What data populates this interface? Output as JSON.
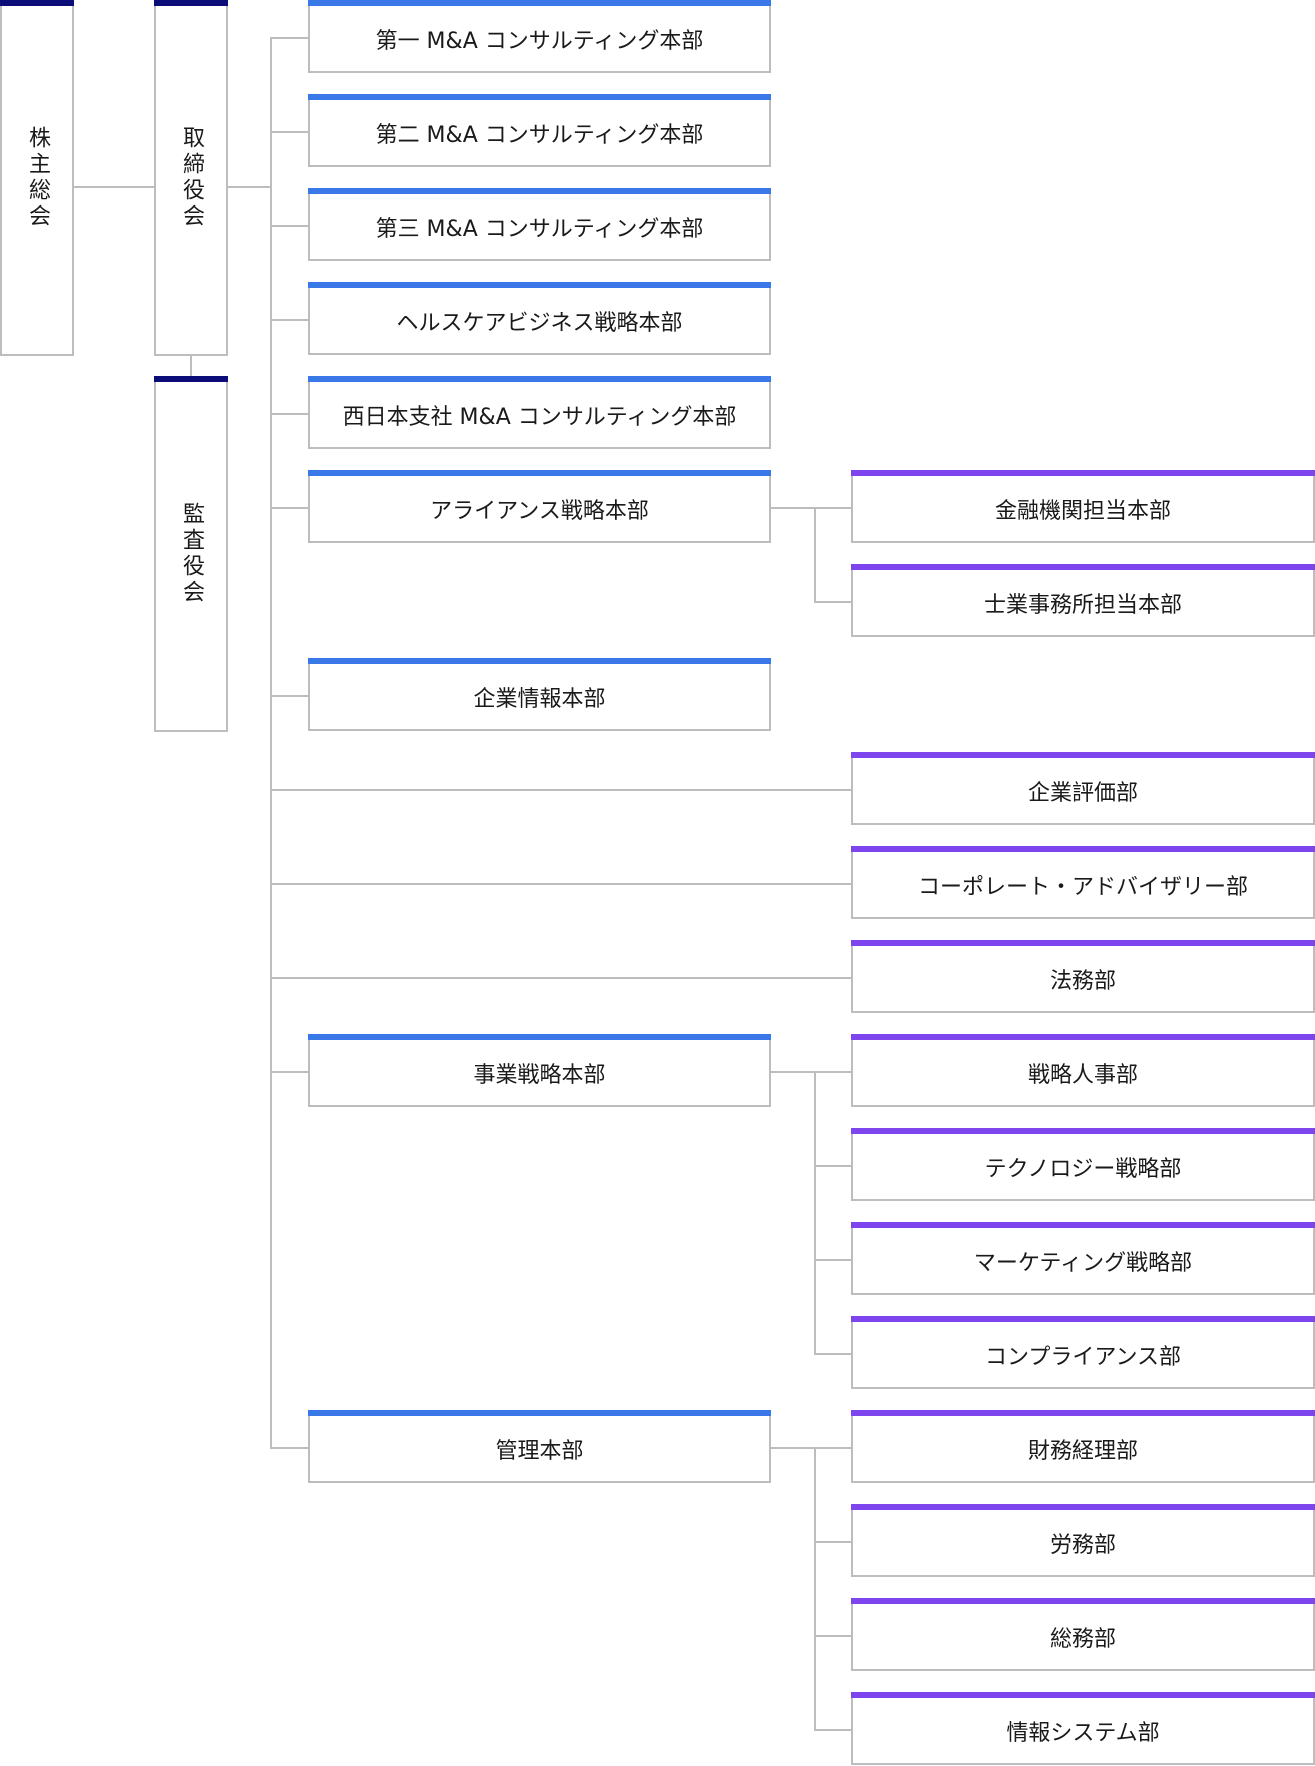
{
  "top": {
    "shareholders": "株主総会",
    "board": "取締役会",
    "auditors": "監査役会"
  },
  "divisions": [
    {
      "label": "第一 M&A コンサルティング本部",
      "children": []
    },
    {
      "label": "第二 M&A コンサルティング本部",
      "children": []
    },
    {
      "label": "第三 M&A コンサルティング本部",
      "children": []
    },
    {
      "label": "ヘルスケアビジネス戦略本部",
      "children": []
    },
    {
      "label": "西日本支社 M&A コンサルティング本部",
      "children": []
    },
    {
      "label": "アライアンス戦略本部",
      "children": [
        "金融機関担当本部",
        "士業事務所担当本部"
      ]
    },
    {
      "label": "企業情報本部",
      "children": []
    },
    {
      "label": "",
      "children": [
        "企業評価部"
      ]
    },
    {
      "label": "",
      "children": [
        "コーポレート・アドバイザリー部"
      ]
    },
    {
      "label": "",
      "children": [
        "法務部"
      ]
    },
    {
      "label": "事業戦略本部",
      "children": [
        "戦略人事部",
        "テクノロジー戦略部",
        "マーケティング戦略部",
        "コンプライアンス部"
      ]
    },
    {
      "label": "管理本部",
      "children": [
        "財務経理部",
        "労務部",
        "総務部",
        "情報システム部"
      ]
    }
  ],
  "colors": {
    "top_accent": "#0d0d7a",
    "division_accent": "#3a78e8",
    "department_accent": "#7c45ee",
    "border": "#bdbdbd"
  }
}
